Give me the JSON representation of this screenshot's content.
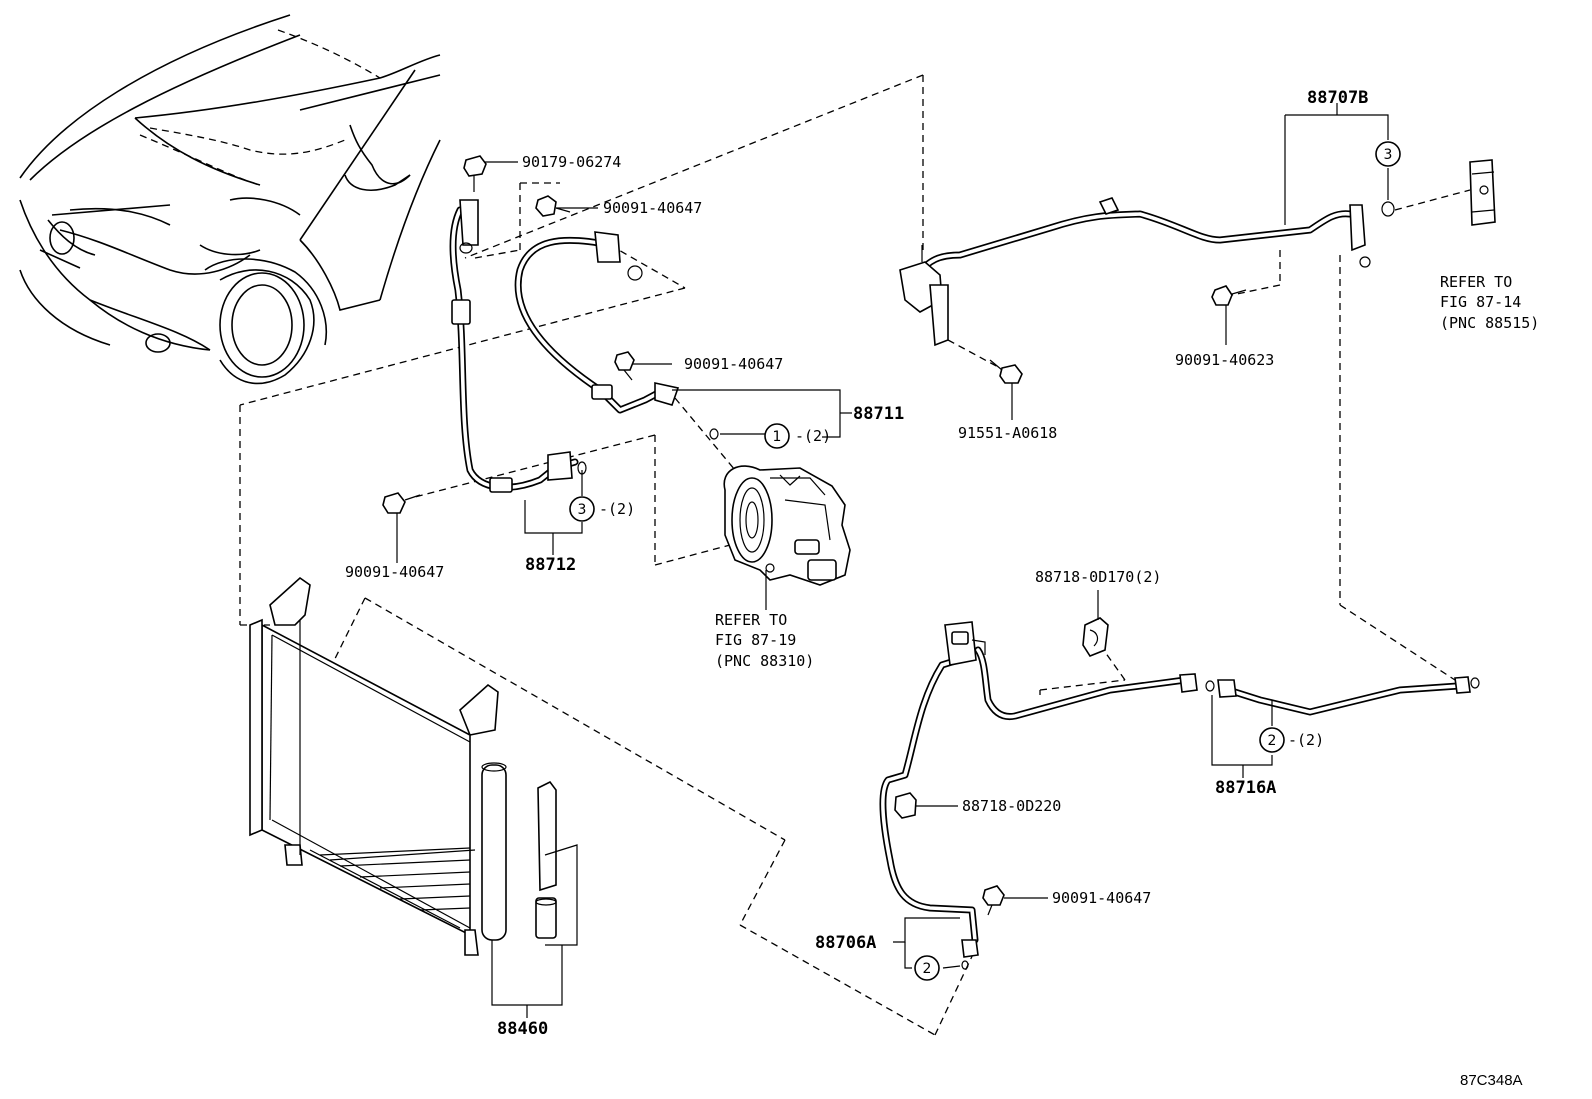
{
  "labels": {
    "p90179_06274": "90179-06274",
    "p90091_40647_a": "90091-40647",
    "p90091_40647_b": "90091-40647",
    "p90091_40647_c": "90091-40647",
    "p90091_40647_d": "90091-40647",
    "p88711": "88711",
    "p88712": "88712",
    "p88707B": "88707B",
    "p90091_40623": "90091-40623",
    "p91551_A0618": "91551-A0618",
    "p88718_0D170": "88718-0D170(2)",
    "p88718_0D220": "88718-0D220",
    "p88716A": "88716A",
    "p88706A": "88706A",
    "p88460": "88460"
  },
  "callouts": {
    "c1": "1",
    "c1_qty": "-(2)",
    "c2_a": "2",
    "c2_a_qty": "-(2)",
    "c2_b": "2",
    "c3_a": "3",
    "c3_a_qty": "-(2)",
    "c3_b": "3"
  },
  "refs": {
    "compressor": [
      "REFER TO",
      "FIG 87-19",
      "(PNC 88310)"
    ],
    "valve": [
      "REFER TO",
      "FIG 87-14",
      "(PNC 88515)"
    ]
  },
  "figure_code": "87C348A"
}
